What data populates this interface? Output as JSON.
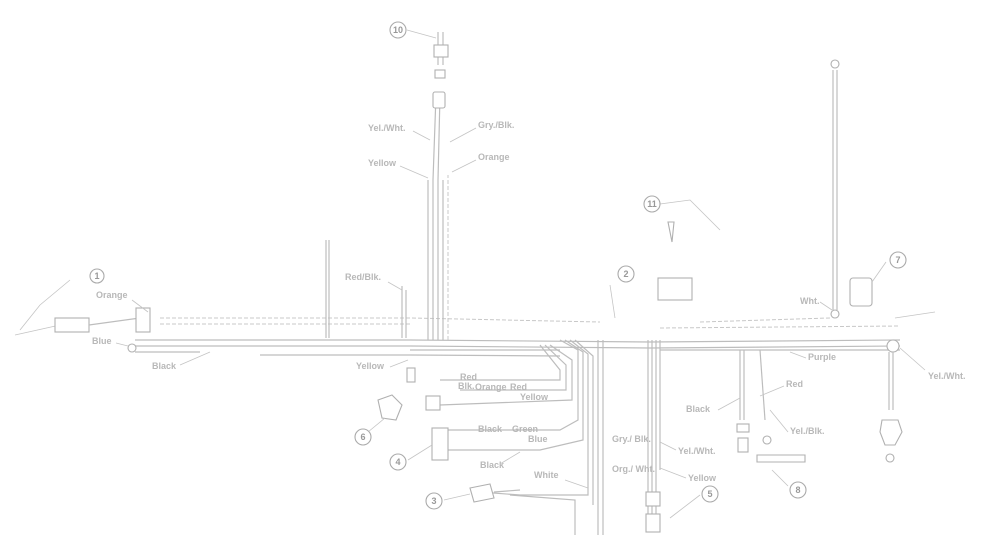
{
  "wire_labels": {
    "yel_wht_top": "Yel./Wht.",
    "gry_blk_top": "Gry./Blk.",
    "yellow_top": "Yellow",
    "orange_top": "Orange",
    "orange_left": "Orange",
    "blue_left": "Blue",
    "black_left": "Black",
    "red_blk": "Red/Blk.",
    "yellow_mid": "Yellow",
    "red_center": "Red",
    "blk_center": "Blk.",
    "orange_center": "Orange",
    "red_center2": "Red",
    "yellow_center": "Yellow",
    "black_center": "Black",
    "green_center": "Green",
    "blue_center": "Blue",
    "black_bottom": "Black",
    "white_bottom": "White",
    "gry_blk_right": "Gry./ Blk.",
    "org_wht": "Org./ Wht.",
    "yel_wht_right": "Yel./Wht.",
    "yellow_right": "Yellow",
    "black_right": "Black",
    "red_right": "Red",
    "yel_blk_right": "Yel./Blk.",
    "white_right": "Wht.",
    "yel_wht_far": "Yel./Wht.",
    "purple_right": "Purple"
  },
  "callouts": {
    "c10": "10",
    "c11": "11",
    "c1": "1",
    "c2": "2",
    "c3": "3",
    "c4": "4",
    "c5": "5",
    "c6": "6",
    "c7": "7",
    "c8": "8"
  }
}
